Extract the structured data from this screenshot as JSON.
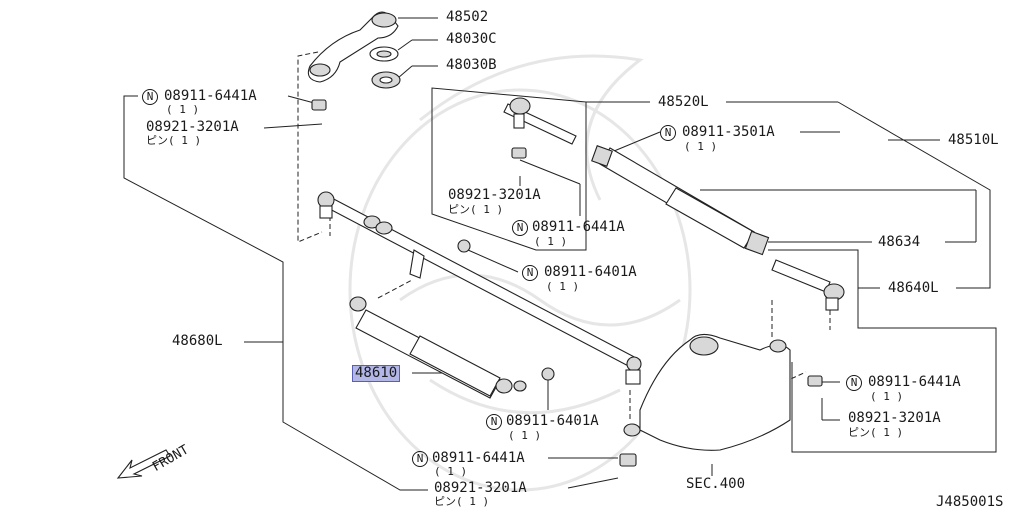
{
  "diagram": {
    "code": "J485001S",
    "front_label": "FRONT",
    "sec_ref": "SEC.400",
    "highlight_color": "#b3b7e8",
    "parts": {
      "p48502": "48502",
      "p48030C": "48030C",
      "p48030B": "48030B",
      "p48520L": "48520L",
      "p48510L": "48510L",
      "p48634": "48634",
      "p48640L": "48640L",
      "p48680L": "48680L",
      "p48610": "48610"
    },
    "callouts": {
      "tl_nut": {
        "n": "N",
        "code": "08911-6441A",
        "qty": "( 1 )"
      },
      "tl_pin": {
        "code": "08921-3201A",
        "qty": "ピン( 1 )"
      },
      "mid_nut": {
        "n": "N",
        "code": "08911-3501A",
        "qty": "( 1 )"
      },
      "box_pin": {
        "code": "08921-3201A",
        "qty": "ピン( 1 )"
      },
      "box_nut": {
        "n": "N",
        "code": "08911-6441A",
        "qty": "( 1 )"
      },
      "rod_nut": {
        "n": "N",
        "code": "08911-6401A",
        "qty": "( 1 )"
      },
      "damp_nut": {
        "n": "N",
        "code": "08911-6401A",
        "qty": "( 1 )"
      },
      "rb_nut": {
        "n": "N",
        "code": "08911-6441A",
        "qty": "( 1 )"
      },
      "rb_pin": {
        "code": "08921-3201A",
        "qty": "ピン( 1 )"
      },
      "bot_nut": {
        "n": "N",
        "code": "08911-6441A",
        "qty": "( 1 )"
      },
      "bot_pin": {
        "code": "08921-3201A",
        "qty": "ピン( 1 )"
      }
    }
  }
}
